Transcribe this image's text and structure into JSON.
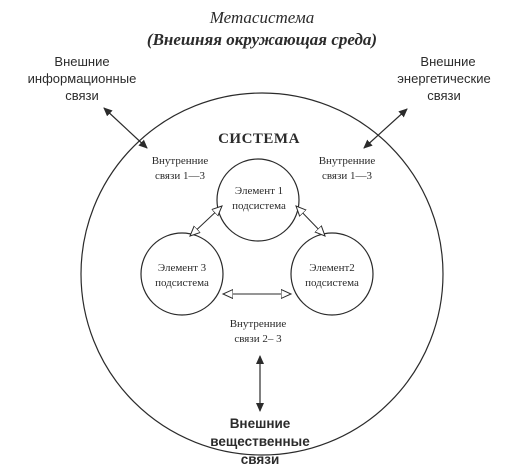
{
  "title": {
    "line1": "Метасистема",
    "line2_open": "(",
    "line2_text": "Внешняя окружающая среда",
    "line2_close": ")"
  },
  "system_label": "СИСТЕМА",
  "external_info": {
    "line1": "Внешние",
    "line2": "информационные",
    "line3": "связи"
  },
  "external_energy": {
    "line1": "Внешние",
    "line2": "энергетические",
    "line3": "связи"
  },
  "external_material": {
    "line1": "Внешние",
    "line2": "вещественные",
    "line3": "связи"
  },
  "internal_left": {
    "line1": "Внутренние",
    "line2": "связи 1—3"
  },
  "internal_right": {
    "line1": "Внутренние",
    "line2": "связи 1—3"
  },
  "internal_bottom": {
    "line1": "Внутренние",
    "line2": "связи 2– 3"
  },
  "element1": {
    "line1": "Элемент 1",
    "line2": "подсистема"
  },
  "element2": {
    "line1": "Элемент2",
    "line2": "подсистема"
  },
  "element3": {
    "line1": "Элемент 3",
    "line2": "подсистема"
  },
  "colors": {
    "ink": "#2b2b2b",
    "background": "#ffffff"
  }
}
